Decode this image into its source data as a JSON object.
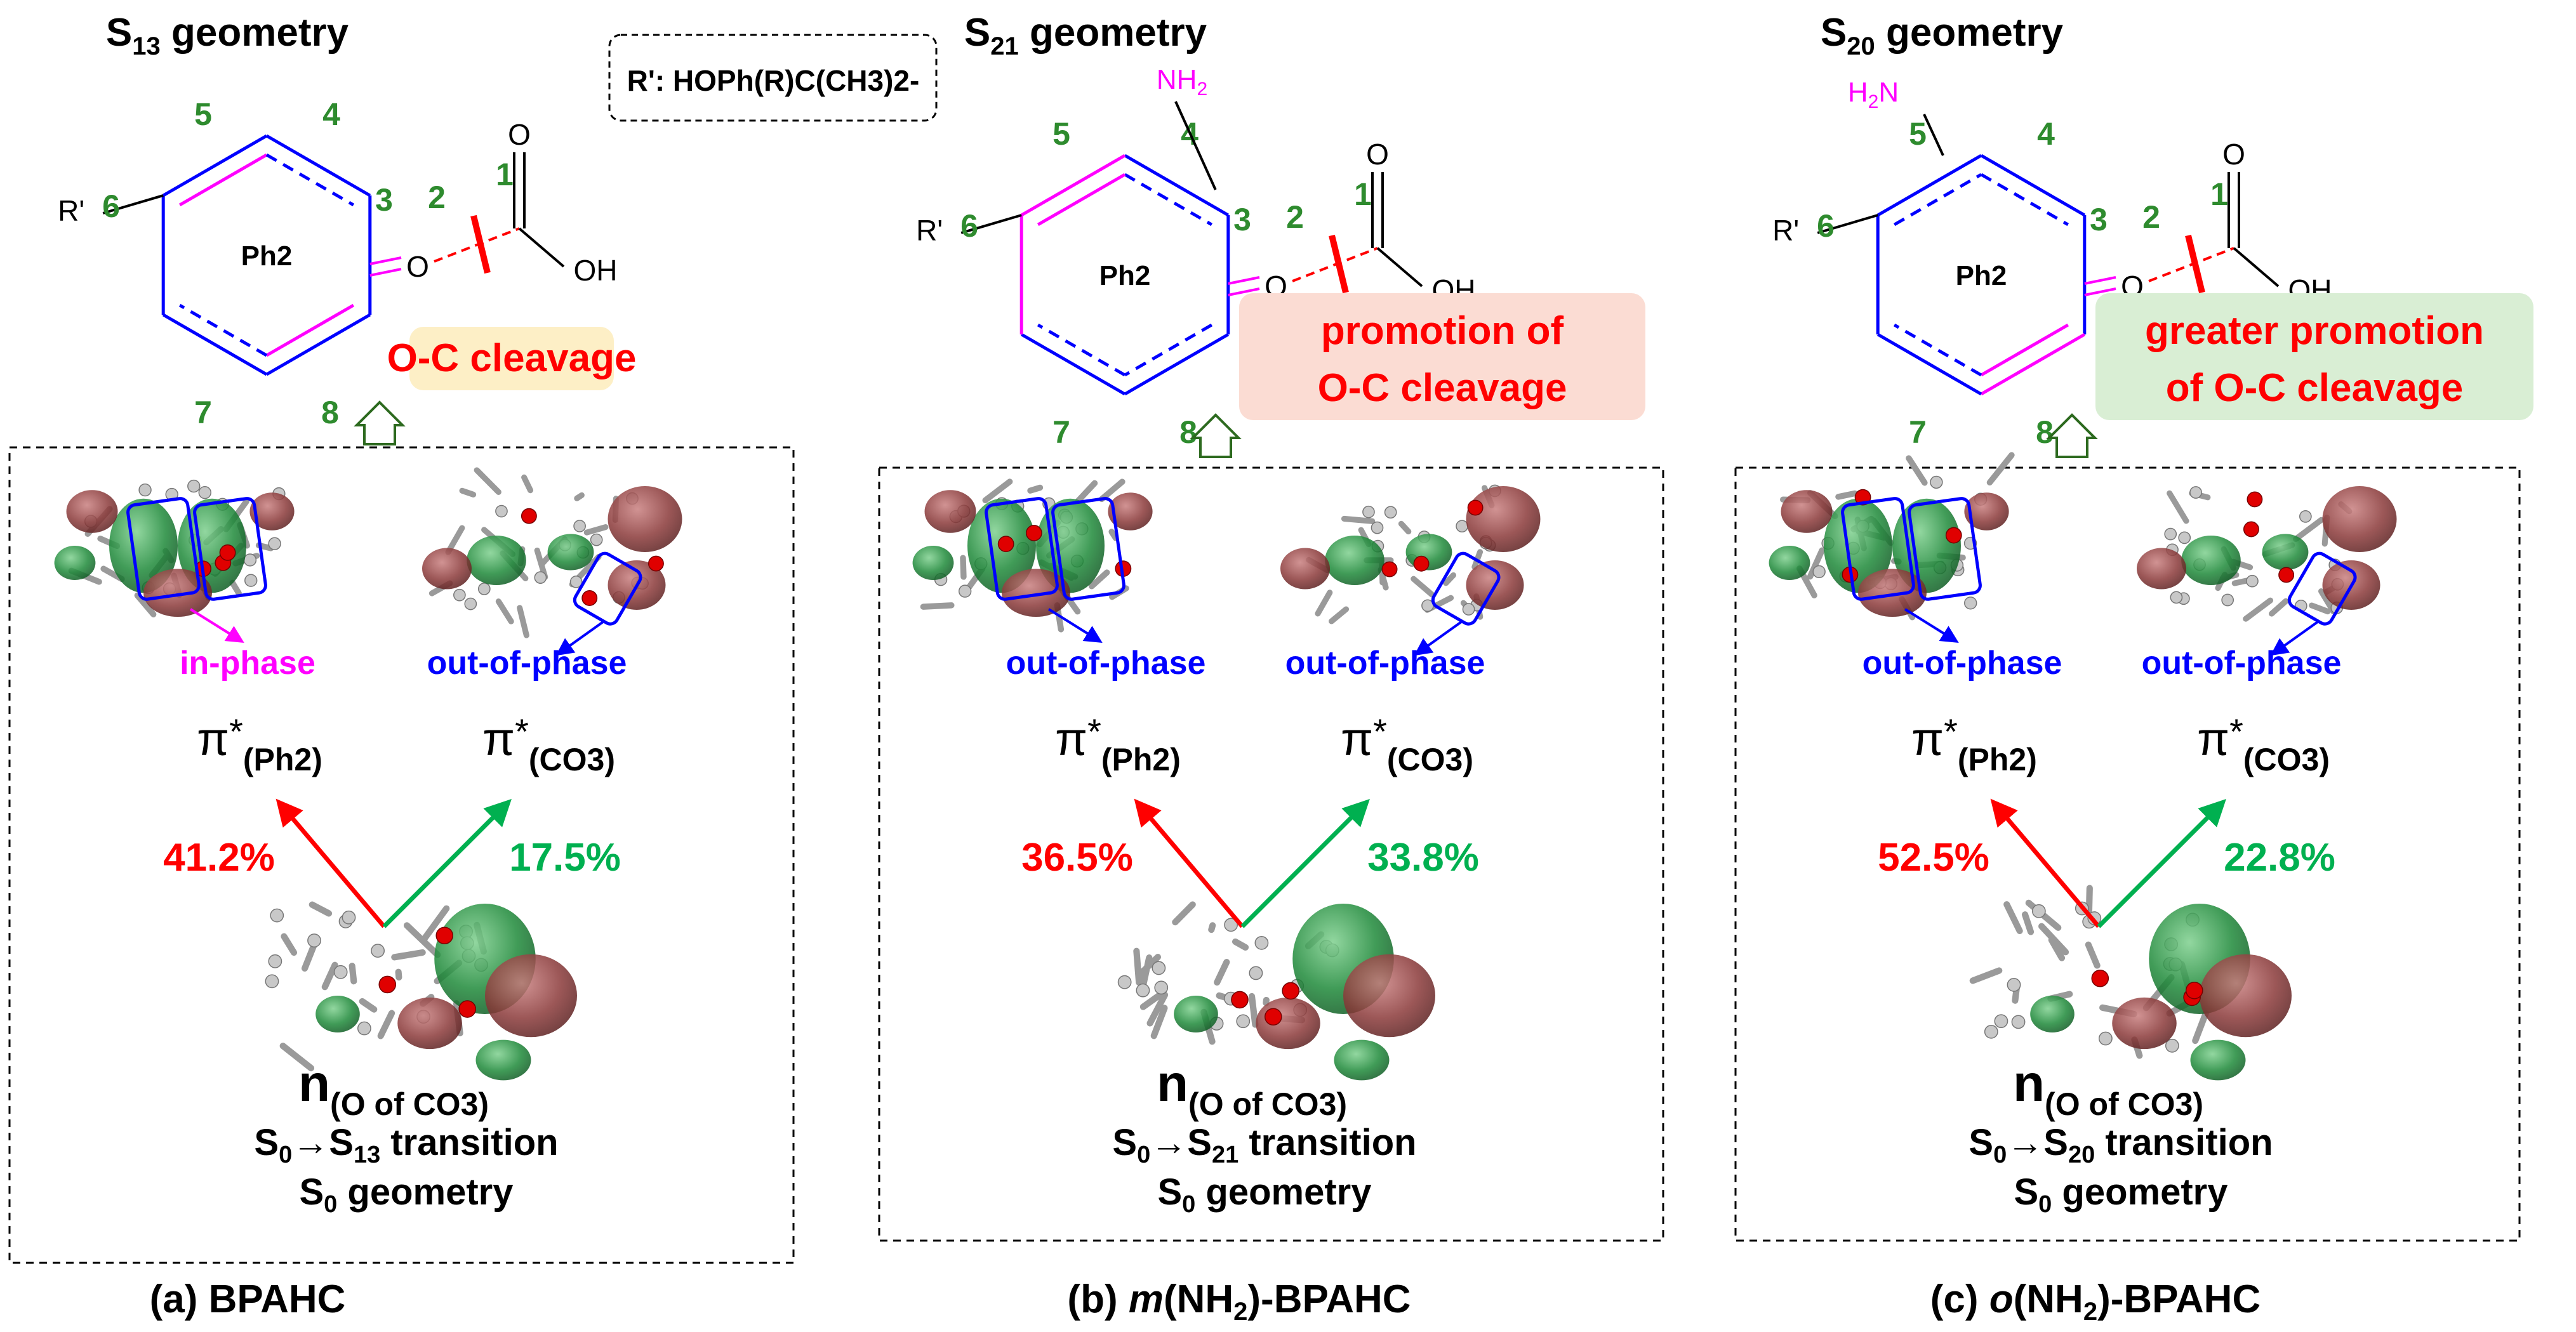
{
  "note_box": {
    "text": "R': HOPh(R)C(CH3)2-"
  },
  "panels": [
    {
      "title": {
        "main": "S",
        "sub": "13",
        "rest": " geometry"
      },
      "ring_label": "Ph2",
      "r_label": "R'",
      "atom_numbers": [
        "1",
        "2",
        "3",
        "4",
        "5",
        "6",
        "7",
        "8"
      ],
      "oxygen": "O",
      "carbonyl_o": "O",
      "hydroxyl": "OH",
      "amine": "",
      "cleavage_lines": [
        "O-C cleavage"
      ],
      "cleavage_bg": "#fdefc6",
      "phase_left": "in-phase",
      "phase_left_color": "#ff00ff",
      "phase_right": "out-of-phase",
      "phase_right_color": "#0000ff",
      "pi_left_sub": "(Ph2)",
      "pi_right_sub": "(CO3)",
      "pct_left": "41.2%",
      "pct_right": "17.5%",
      "n_label_sub": "(O of CO3)",
      "transition": {
        "a": "S",
        "asub": "0",
        "arrow": "→",
        "b": "S",
        "bsub": "13",
        "rest": " transition"
      },
      "geometry": {
        "a": "S",
        "asub": "0",
        "rest": " geometry"
      },
      "caption": {
        "tag": "(a)",
        "name": "BPAHC",
        "prefix": "",
        "sub": "",
        "suffix": ""
      }
    },
    {
      "title": {
        "main": "S",
        "sub": "21",
        "rest": " geometry"
      },
      "ring_label": "Ph2",
      "r_label": "R'",
      "atom_numbers": [
        "1",
        "2",
        "3",
        "4",
        "5",
        "6",
        "7",
        "8"
      ],
      "oxygen": "O",
      "carbonyl_o": "O",
      "hydroxyl": "OH",
      "amine": "NH2",
      "cleavage_lines": [
        "promotion of",
        "O-C cleavage"
      ],
      "cleavage_bg": "#fbdcd3",
      "phase_left": "out-of-phase",
      "phase_left_color": "#0000ff",
      "phase_right": "out-of-phase",
      "phase_right_color": "#0000ff",
      "pi_left_sub": "(Ph2)",
      "pi_right_sub": "(CO3)",
      "pct_left": "36.5%",
      "pct_right": "33.8%",
      "n_label_sub": "(O of CO3)",
      "transition": {
        "a": "S",
        "asub": "0",
        "arrow": "→",
        "b": "S",
        "bsub": "21",
        "rest": " transition"
      },
      "geometry": {
        "a": "S",
        "asub": "0",
        "rest": " geometry"
      },
      "caption": {
        "tag": "(b)",
        "name": "",
        "prefix": "m",
        "sub": "2",
        "suffix": "-BPAHC"
      }
    },
    {
      "title": {
        "main": "S",
        "sub": "20",
        "rest": " geometry"
      },
      "ring_label": "Ph2",
      "r_label": "R'",
      "atom_numbers": [
        "1",
        "2",
        "3",
        "4",
        "5",
        "6",
        "7",
        "8"
      ],
      "oxygen": "O",
      "carbonyl_o": "O",
      "hydroxyl": "OH",
      "amine": "H2N",
      "cleavage_lines": [
        "greater promotion",
        "of O-C cleavage"
      ],
      "cleavage_bg": "#d9eed4",
      "phase_left": "out-of-phase",
      "phase_left_color": "#0000ff",
      "phase_right": "out-of-phase",
      "phase_right_color": "#0000ff",
      "pi_left_sub": "(Ph2)",
      "pi_right_sub": "(CO3)",
      "pct_left": "52.5%",
      "pct_right": "22.8%",
      "n_label_sub": "(O of CO3)",
      "transition": {
        "a": "S",
        "asub": "0",
        "arrow": "→",
        "b": "S",
        "bsub": "20",
        "rest": " transition"
      },
      "geometry": {
        "a": "S",
        "asub": "0",
        "rest": " geometry"
      },
      "caption": {
        "tag": "(c)",
        "name": "",
        "prefix": "o",
        "sub": "2",
        "suffix": "-BPAHC"
      }
    }
  ],
  "colors": {
    "ring_blue": "#0000ff",
    "ring_magenta": "#ff00ff",
    "number_green": "#2e8b2e",
    "red": "#ff0000",
    "green": "#00b050",
    "orbital_red": "#8b3a3a",
    "orbital_green": "#1f8a3a"
  }
}
